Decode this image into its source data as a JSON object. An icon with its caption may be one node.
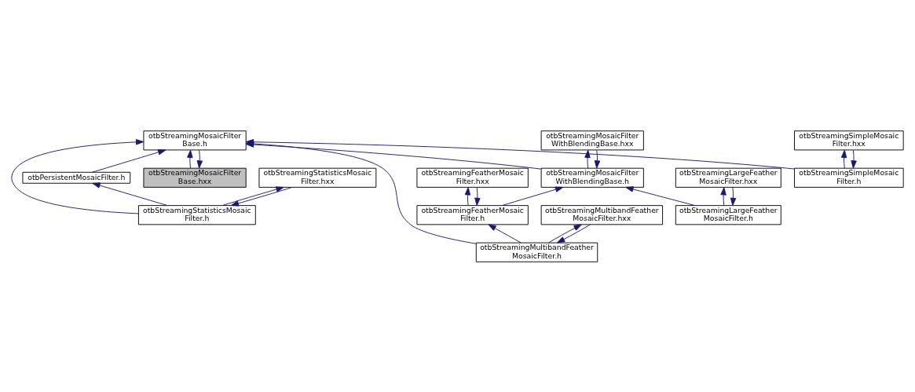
{
  "diagram": {
    "nodes": [
      {
        "text": [
          "otbStreamingMosaicFilter Base.hxx"
        ]
      },
      {
        "text": [
          "otbStreamingMosaicFilter Base.h"
        ]
      },
      {
        "text": [
          "otbPersistentMosaicFilter.h"
        ]
      },
      {
        "text": [
          "otbStreamingMosaicFilter WithBlendingBase.h"
        ]
      },
      {
        "text": [
          "otbStreamingSimpleMosaic Filter.h"
        ]
      },
      {
        "text": [
          "otbStreamingStatisticsMosaic Filter.h"
        ]
      },
      {
        "text": [
          "otbStreamingLargeFeather MosaicFilter.h"
        ]
      },
      {
        "text": [
          "otbStreamingMosaicFilter WithBlendingBase.hxx"
        ]
      },
      {
        "text": [
          "otbStreamingFeatherMosaic Filter.h"
        ]
      },
      {
        "text": [
          "otbStreamingSimpleMosaic Filter.hxx"
        ]
      },
      {
        "text": [
          "otbStreamingStatisticsMosaic Filter.hxx"
        ]
      },
      {
        "text": [
          "otbStreamingLargeFeather MosaicFilter.hxx"
        ]
      },
      {
        "text": [
          "otbStreamingFeatherMosaic Filter.hxx"
        ]
      },
      {
        "text": [
          "otbStreamingMultibandFeather MosaicFilter.h"
        ]
      },
      {
        "text": [
          "otbStreamingMultibandFeather MosaicFilter.hxx"
        ]
      }
    ],
    "edges": [
      {
        "from": 1,
        "to": 0,
        "arrow": "to"
      },
      {
        "from": 0,
        "to": 1,
        "arrow": "to"
      },
      {
        "from": 2,
        "to": 1,
        "arrow": "to"
      },
      {
        "from": 5,
        "to": 1,
        "arrow": "to"
      },
      {
        "from": 3,
        "to": 1,
        "arrow": "to"
      },
      {
        "from": 13,
        "to": 1,
        "arrow": "to"
      },
      {
        "from": 4,
        "to": 1,
        "arrow": "to"
      },
      {
        "from": 5,
        "to": 2,
        "arrow": "to"
      },
      {
        "from": 6,
        "to": 3,
        "arrow": "to"
      },
      {
        "from": 7,
        "to": 3,
        "arrow": "to"
      },
      {
        "from": 3,
        "to": 7,
        "arrow": "to"
      },
      {
        "from": 8,
        "to": 3,
        "arrow": "to"
      },
      {
        "from": 9,
        "to": 4,
        "arrow": "to"
      },
      {
        "from": 4,
        "to": 9,
        "arrow": "to"
      },
      {
        "from": 10,
        "to": 5,
        "arrow": "to"
      },
      {
        "from": 5,
        "to": 10,
        "arrow": "to"
      },
      {
        "from": 11,
        "to": 6,
        "arrow": "to"
      },
      {
        "from": 6,
        "to": 11,
        "arrow": "to"
      },
      {
        "from": 12,
        "to": 8,
        "arrow": "to"
      },
      {
        "from": 8,
        "to": 12,
        "arrow": "to"
      },
      {
        "from": 13,
        "to": 8,
        "arrow": "to"
      },
      {
        "from": 14,
        "to": 13,
        "arrow": "to"
      },
      {
        "from": 13,
        "to": 14,
        "arrow": "to"
      }
    ]
  }
}
